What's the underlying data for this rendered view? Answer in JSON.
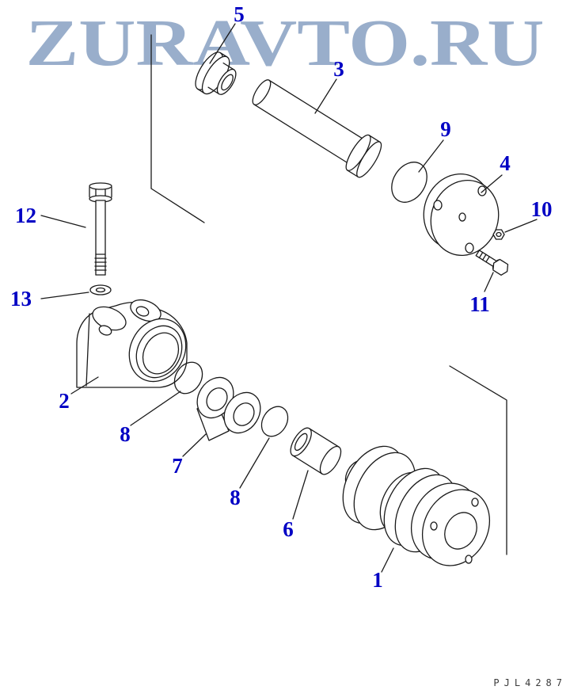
{
  "diagram": {
    "watermark_text": "ZURAVTO.RU",
    "drawing_code": "PJL4287",
    "callouts": {
      "c1": "1",
      "c2": "2",
      "c3": "3",
      "c4": "4",
      "c5": "5",
      "c6": "6",
      "c7": "7",
      "c8a": "8",
      "c8b": "8",
      "c9": "9",
      "c10": "10",
      "c11": "11",
      "c12": "12",
      "c13": "13"
    }
  },
  "colors": {
    "callout": "#0000c4",
    "watermark": "#91a8c7",
    "line": "#1a1a1a"
  }
}
